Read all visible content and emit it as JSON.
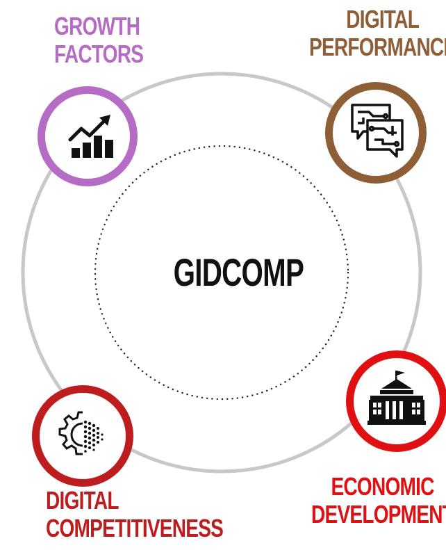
{
  "center": {
    "title": "GIDCOMP"
  },
  "nodes": {
    "growth_factors": {
      "line1": "GROWTH",
      "line2": "FACTORS",
      "color": "#b56cc5",
      "icon": "growth-chart-icon"
    },
    "digital_performance": {
      "line1": "DIGITAL",
      "line2": "PERFORMANCE",
      "color": "#8e5e37",
      "icon": "chat-circuit-icon"
    },
    "economic_development": {
      "line1": "ECONOMIC",
      "line2": "DEVELOPMENT",
      "color": "#e00f12",
      "icon": "government-building-icon"
    },
    "digital_competitiveness": {
      "line1": "DIGITAL",
      "line2": "COMPETITIVENESS",
      "color": "#bd1d1f",
      "icon": "digital-gear-icon"
    }
  },
  "colors": {
    "outer_ring": "#c8c8c8",
    "inner_dots": "#222222",
    "text_dark": "#111111"
  }
}
